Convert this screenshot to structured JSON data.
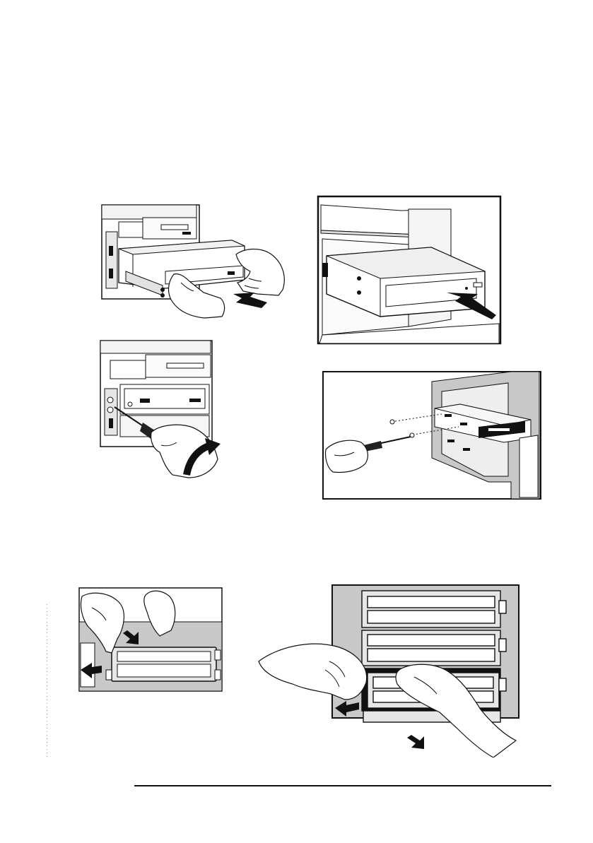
{
  "page": {
    "description_visible_text": "",
    "figures": [
      {
        "id": "fig1",
        "icon": "hands-inserting-drive-icon"
      },
      {
        "id": "fig2",
        "icon": "drive-into-bay-icon"
      },
      {
        "id": "fig3",
        "icon": "screwdriver-fastening-icon"
      },
      {
        "id": "fig4",
        "icon": "screwing-drive-in-case-icon"
      },
      {
        "id": "fig5",
        "icon": "remove-bay-cover-icon"
      },
      {
        "id": "fig6",
        "icon": "pull-bay-cover-stack-icon"
      }
    ]
  },
  "colors": {
    "line": "#111111",
    "panel_gray": "#c8c8c8",
    "bay_fill": "#e6e6e6",
    "shadow": "#8a8a8a"
  }
}
